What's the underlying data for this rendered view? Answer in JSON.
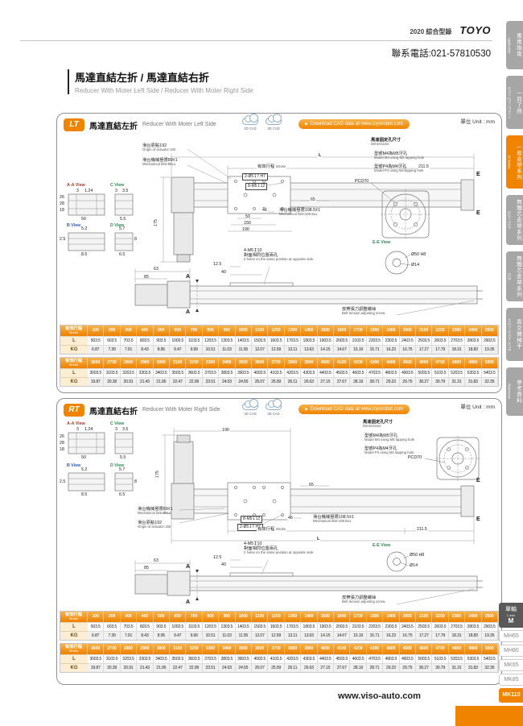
{
  "colors": {
    "accent": "#f08300",
    "accent_light": "#f8b133",
    "tab_gray": "#a6a6a6",
    "panel_border": "#8f8f8f",
    "table_label_bg": "#fceed4",
    "table_head_top": "#f8b24a",
    "table_head_bottom": "#ee8100"
  },
  "header": {
    "catalog": "2020 綜合型錄",
    "logo": "TOYO",
    "phone": "聯系電話:021-57810530"
  },
  "title": {
    "cn": "馬達直結左折 / 馬達直結右折",
    "en": "Reducer With Moter Left Side / Reducer With Moter Right Side"
  },
  "cad": {
    "cloud_2d": "2D CAD",
    "cloud_3d": "3D CAD",
    "download": "Download CAD data at www.toyorobot.com"
  },
  "panels": [
    {
      "badge": "LT",
      "title_cn": "馬達直結左折",
      "title_en": "Reducer With Moter Left Side",
      "unit": "單位 Unit : mm"
    },
    {
      "badge": "RT",
      "title_cn": "馬達直結右折",
      "title_en": "Reducer With Moter Right Side",
      "unit": "單位 Unit : mm"
    }
  ],
  "ann": {
    "origin_cn": "滑台原點192",
    "origin_en": "Origin of actuator:192",
    "mech89_cn": "滑台機械極限89±1",
    "mech89_en": "Mechanical limit:89±1",
    "mech108_cn": "滑台機械極限108.5±1",
    "mech108_en": "Mechanical limit:108.5±1",
    "stroke_cn": "有效行程",
    "stroke_en": "Stroke",
    "holes_top_a": "2-Ø5↧7 H7",
    "holes_top_b": "8-M5↧12",
    "holes_bottom": "4-M5↧10",
    "holes_bottom_cn": "對面相同位置兩孔",
    "holes_bottom_en": "2 holes on the same position at opposite side.",
    "motor_dim_cn": "馬達固定孔尺寸",
    "motor_dim_en": "Dimensions",
    "m4_cn": "型號M4為M5牙孔",
    "m4_en": "Model M4 using M5 tapping hole",
    "p4_cn": "型號P4為M4牙孔",
    "p4_en": "Model P4 using M4 tapping hole",
    "pcd": "PCD70",
    "ee_view": "E-E View",
    "d50": "Ø50 H8",
    "d14": "Ø14",
    "aa_view": "A-A View",
    "c_view": "C View",
    "b_view": "B View",
    "d_view": "D View",
    "belt_cn": "皮帶張力調整螺絲",
    "belt_en": "Belt tension adjusting screw.",
    "dims": {
      "v175": "175",
      "v46": "46",
      "v50": "50",
      "v150": "150",
      "v190": "190",
      "v65": "65",
      "v63": "63",
      "v85": "85",
      "v12_5": "12.5",
      "v40": "40",
      "v26": "26",
      "v28": "28",
      "v18": "18",
      "v3": "3",
      "v1_24": "1.24",
      "v3_5": "3.5",
      "v5_5": "5.5",
      "v5_2": "5.2",
      "v2_5": "2.5",
      "v8_5": "8.5",
      "v5_7": "5.7",
      "v8": "8",
      "v6_5": "6.5",
      "v211_5": "211.5",
      "L": "L",
      "A": "A",
      "E": "E"
    }
  },
  "tables": [
    {
      "header_cn": "有效行程",
      "header_en": "Stroke",
      "strokes": [
        100,
        200,
        300,
        400,
        500,
        600,
        700,
        800,
        900,
        1000,
        1100,
        1200,
        1300,
        1400,
        1500,
        1600,
        1700,
        1800,
        1900,
        2000,
        2100,
        2200,
        2300,
        2400,
        2500
      ],
      "rows": [
        {
          "label": "L",
          "values": [
            503.5,
            603.5,
            703.5,
            803.5,
            903.5,
            1003.5,
            1103.5,
            1203.5,
            1303.5,
            1403.5,
            1503.5,
            1603.5,
            1703.5,
            1803.5,
            1903.5,
            2003.5,
            2103.5,
            2203.5,
            2303.5,
            2403.5,
            2503.5,
            2603.5,
            2703.5,
            2803.5,
            2903.5
          ]
        },
        {
          "label": "KG",
          "values": [
            6.87,
            7.39,
            7.91,
            8.43,
            8.95,
            9.47,
            9.99,
            10.51,
            11.03,
            11.55,
            12.07,
            12.59,
            13.11,
            13.63,
            14.15,
            14.67,
            15.19,
            15.71,
            16.23,
            16.75,
            17.27,
            17.79,
            18.31,
            18.83,
            19.35
          ]
        }
      ]
    },
    {
      "header_cn": "有效行程",
      "header_en": "Stroke",
      "strokes": [
        2600,
        2700,
        2800,
        2900,
        3000,
        3100,
        3200,
        3300,
        3400,
        3500,
        3600,
        3700,
        3800,
        3900,
        4000,
        4100,
        4200,
        4300,
        4400,
        4500,
        4600,
        4700,
        4800,
        4900,
        5000
      ],
      "rows": [
        {
          "label": "L",
          "values": [
            3003.5,
            3103.5,
            3203.5,
            3303.5,
            3403.5,
            3503.5,
            3603.5,
            3703.5,
            3803.5,
            3903.5,
            4003.5,
            4103.5,
            4203.5,
            4303.5,
            4403.5,
            4503.5,
            4603.5,
            4703.5,
            4803.5,
            4903.5,
            5003.5,
            5103.5,
            5203.5,
            5303.5,
            5403.5
          ]
        },
        {
          "label": "KG",
          "values": [
            19.87,
            20.39,
            20.91,
            21.43,
            21.95,
            22.47,
            22.99,
            23.51,
            24.03,
            24.55,
            25.07,
            25.59,
            26.11,
            26.63,
            27.15,
            27.67,
            28.19,
            28.71,
            29.23,
            29.75,
            30.27,
            30.79,
            31.31,
            31.83,
            32.35
          ]
        }
      ]
    }
  ],
  "side_tabs": [
    {
      "cn": "應用指南",
      "en": "Application",
      "active": false
    },
    {
      "cn": "一目了然",
      "en": "GTH / QTY / ETH / Y",
      "active": false
    },
    {
      "cn": "一般皮帶系列",
      "en": "M Series",
      "active": true
    },
    {
      "cn": "無鐵芯皮帶系列",
      "en": "GCH / ECH",
      "active": false
    },
    {
      "cn": "無鐵芯皮帶系列",
      "en": "ECB",
      "active": false
    },
    {
      "cn": "直交機械手",
      "en": "XYGT / XYTH / XYTB",
      "active": false
    },
    {
      "cn": "參考資料",
      "en": "Reference",
      "active": false
    }
  ],
  "model_nav": {
    "header_cn": "單軸",
    "header_en": "1 axis",
    "header_code": "M",
    "items": [
      {
        "label": "MH65",
        "active": false
      },
      {
        "label": "MH80",
        "active": false
      },
      {
        "label": "MK65",
        "active": false
      },
      {
        "label": "MK85",
        "active": false
      },
      {
        "label": "MK110",
        "active": true
      }
    ]
  },
  "footer": {
    "url": "www.viso-auto.com"
  }
}
